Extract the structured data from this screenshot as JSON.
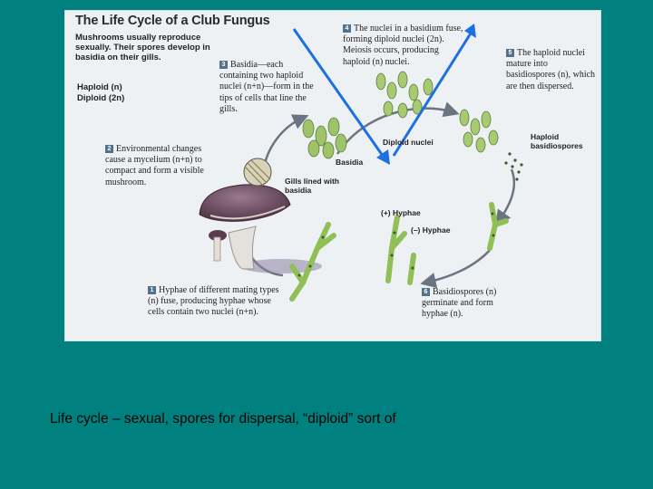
{
  "figure": {
    "title": "The Life Cycle of a Club Fungus",
    "intro": "Mushrooms usually reproduce sexually. Their spores develop in basidia on their gills.",
    "key": {
      "haploid": "Haploid (n)",
      "diploid": "Diploid (2n)"
    },
    "steps": [
      {
        "num": "1",
        "text": "Hyphae of different mating types (n) fuse, producing hyphae whose cells contain two nuclei (n+n)."
      },
      {
        "num": "2",
        "text": "Environmental changes cause a mycelium (n+n) to compact and form a visible mushroom."
      },
      {
        "num": "3",
        "text": "Basidia—each containing two haploid nuclei (n+n)—form in the tips of cells that line the gills."
      },
      {
        "num": "4",
        "text": "The nuclei in a basidium fuse, forming diploid nuclei (2n). Meiosis occurs, producing haploid (n) nuclei."
      },
      {
        "num": "5",
        "text": "The haploid nuclei mature into basidiospores (n), which are then dispersed."
      },
      {
        "num": "6",
        "text": "Basidiospores (n) germinate and form hyphae (n)."
      }
    ],
    "labels": {
      "basidia": "Basidia",
      "gills": "Gills lined with basidia",
      "diploid_nuclei": "Diploid nuclei",
      "haploid_basidiospores": "Haploid basidiospores",
      "plus_hyphae": "(+) Hyphae",
      "minus_hyphae": "(–) Hyphae"
    }
  },
  "caption": "Life cycle – sexual, spores for dispersal, “diploid” sort of",
  "colors": {
    "background": "#00807f",
    "annotation_arrow": "#1e6fe0",
    "cycle_arrow": "#6b7480",
    "hyphae": "#8fbf55",
    "mushroom_cap": "#6a4a5f"
  }
}
